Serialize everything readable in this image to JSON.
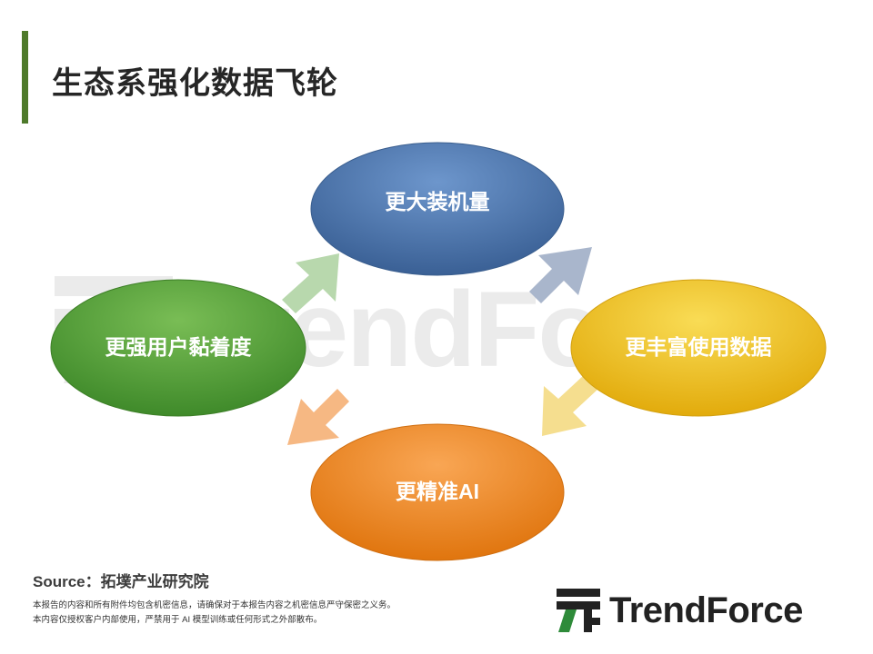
{
  "title": "生态系强化数据飞轮",
  "watermark": {
    "text": "TrendForce"
  },
  "nodes": [
    {
      "label": "更大装机量",
      "color": "#4f79b3"
    },
    {
      "label": "更丰富使用数据",
      "color": "#f2c21f"
    },
    {
      "label": "更精准AI",
      "color": "#f38b1e"
    },
    {
      "label": "更强用户黏着度",
      "color": "#5aa13f"
    }
  ],
  "arrows": [
    {
      "name": "arrow-large-installs-to-richer-data",
      "color": "#a9b6cc"
    },
    {
      "name": "arrow-richer-data-to-precise-ai",
      "color": "#f5de8f"
    },
    {
      "name": "arrow-precise-ai-to-stickiness",
      "color": "#f6b883"
    },
    {
      "name": "arrow-stickiness-to-large-installs",
      "color": "#b8d8ad"
    }
  ],
  "footer": {
    "source": "Source：拓墣产业研究院",
    "disclaimer_line1": "本报告的内容和所有附件均包含机密信息，请确保对于本报告内容之机密信息严守保密之义务。",
    "disclaimer_line2": "本内容仅授权客户内部使用，严禁用于 AI 模型训练或任何形式之外部散布。"
  },
  "logo": {
    "text": "TrendForce",
    "color": "#2e8b3a"
  }
}
